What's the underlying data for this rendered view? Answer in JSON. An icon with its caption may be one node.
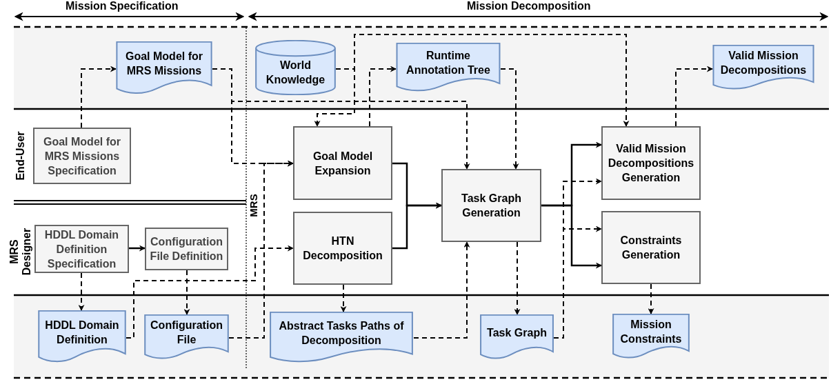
{
  "diagram": {
    "nodes": [
      {
        "text": [
          "Goal Model for MRS Missions"
        ]
      },
      {
        "text": [
          "World Knowledge"
        ]
      },
      {
        "text": [
          "Runtime Annotation Tree"
        ]
      },
      {
        "text": [
          "Valid Mission Decompositions"
        ]
      },
      {
        "text": [
          "Goal Model for MRS Missions Specification"
        ]
      },
      {
        "text": [
          "Goal Model Expansion"
        ]
      },
      {
        "text": [
          "Task Graph Generation"
        ]
      },
      {
        "text": [
          "Valid Mission Decompositions Generation"
        ]
      },
      {
        "text": [
          "HDDL Domain Definition Specification"
        ]
      },
      {
        "text": [
          "Configuration File Definition"
        ]
      },
      {
        "text": [
          "HTN Decomposition"
        ]
      },
      {
        "text": [
          "Constraints Generation"
        ]
      },
      {
        "text": [
          "HDDL Domain Definition"
        ]
      },
      {
        "text": [
          "Configuration File"
        ]
      },
      {
        "text": [
          "Abstract Tasks Paths of Decomposition"
        ]
      },
      {
        "text": [
          "Task Graph"
        ]
      },
      {
        "text": [
          "Mission Constraints"
        ]
      }
    ],
    "edges": [
      {
        "from": 4,
        "to": 0,
        "arrow": "to",
        "style": "dashed"
      },
      {
        "from": 0,
        "to": 5,
        "arrow": "to",
        "style": "dashed"
      },
      {
        "from": 0,
        "to": 6,
        "arrow": "to",
        "style": "dashed"
      },
      {
        "from": 1,
        "to": 5,
        "arrow": "to",
        "style": "dashed"
      },
      {
        "from": 1,
        "to": 7,
        "arrow": "to",
        "style": "dashed"
      },
      {
        "from": 5,
        "to": 2,
        "arrow": "to",
        "style": "dashed"
      },
      {
        "from": 2,
        "to": 6,
        "arrow": "to",
        "style": "dashed"
      },
      {
        "from": 5,
        "to": 6,
        "arrow": "to"
      },
      {
        "from": 10,
        "to": 6,
        "arrow": "to"
      },
      {
        "from": 6,
        "to": 7,
        "arrow": "to"
      },
      {
        "from": 6,
        "to": 11,
        "arrow": "to"
      },
      {
        "from": 6,
        "to": 15,
        "arrow": "to",
        "style": "dashed"
      },
      {
        "from": 15,
        "to": 7,
        "arrow": "to",
        "style": "dashed"
      },
      {
        "from": 15,
        "to": 11,
        "arrow": "to",
        "style": "dashed"
      },
      {
        "from": 14,
        "to": 6,
        "arrow": "to",
        "style": "dashed"
      },
      {
        "from": 10,
        "to": 14,
        "arrow": "to",
        "style": "dashed"
      },
      {
        "from": 11,
        "to": 16,
        "arrow": "to",
        "style": "dashed"
      },
      {
        "from": 7,
        "to": 3,
        "arrow": "to",
        "style": "dashed"
      },
      {
        "from": 8,
        "to": 9,
        "arrow": "to"
      },
      {
        "from": 8,
        "to": 12,
        "arrow": "to",
        "style": "dashed"
      },
      {
        "from": 9,
        "to": 13,
        "arrow": "to",
        "style": "dashed"
      },
      {
        "from": 12,
        "to": 10,
        "arrow": "to",
        "style": "dashed"
      },
      {
        "from": 13,
        "to": 5,
        "arrow": "to",
        "style": "dashed"
      }
    ],
    "labels": [
      "Mission Specification",
      "Mission Decomposition",
      "End-User",
      "MRS Designer",
      "MRS"
    ]
  }
}
